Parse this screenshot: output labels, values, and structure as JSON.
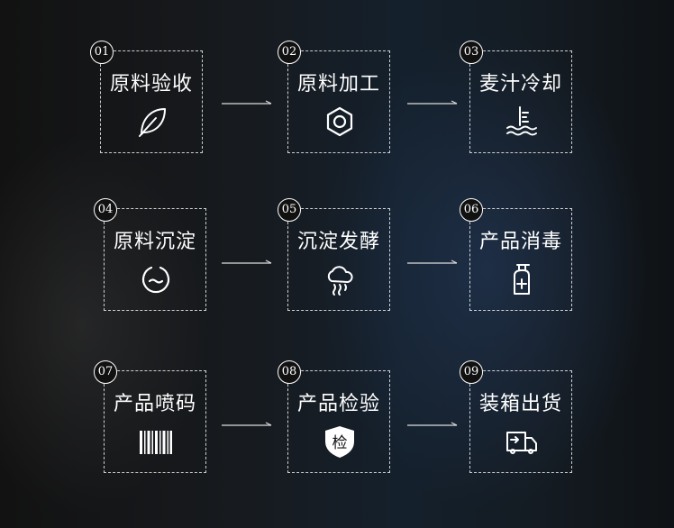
{
  "steps": [
    {
      "num": "01",
      "label": "原料验收",
      "icon": "leaf-icon"
    },
    {
      "num": "02",
      "label": "原料加工",
      "icon": "hex-nut-icon"
    },
    {
      "num": "03",
      "label": "麦汁冷却",
      "icon": "water-thermometer-icon"
    },
    {
      "num": "04",
      "label": "原料沉淀",
      "icon": "sediment-drop-icon"
    },
    {
      "num": "05",
      "label": "沉淀发酵",
      "icon": "cloud-vapor-icon"
    },
    {
      "num": "06",
      "label": "产品消毒",
      "icon": "sanitizer-bottle-icon"
    },
    {
      "num": "07",
      "label": "产品喷码",
      "icon": "barcode-icon"
    },
    {
      "num": "08",
      "label": "产品检验",
      "icon": "inspection-shield-icon",
      "icon_text": "检"
    },
    {
      "num": "09",
      "label": "装箱出货",
      "icon": "delivery-truck-icon"
    }
  ],
  "colors": {
    "line": "#ffffff",
    "background": "#141a20"
  }
}
